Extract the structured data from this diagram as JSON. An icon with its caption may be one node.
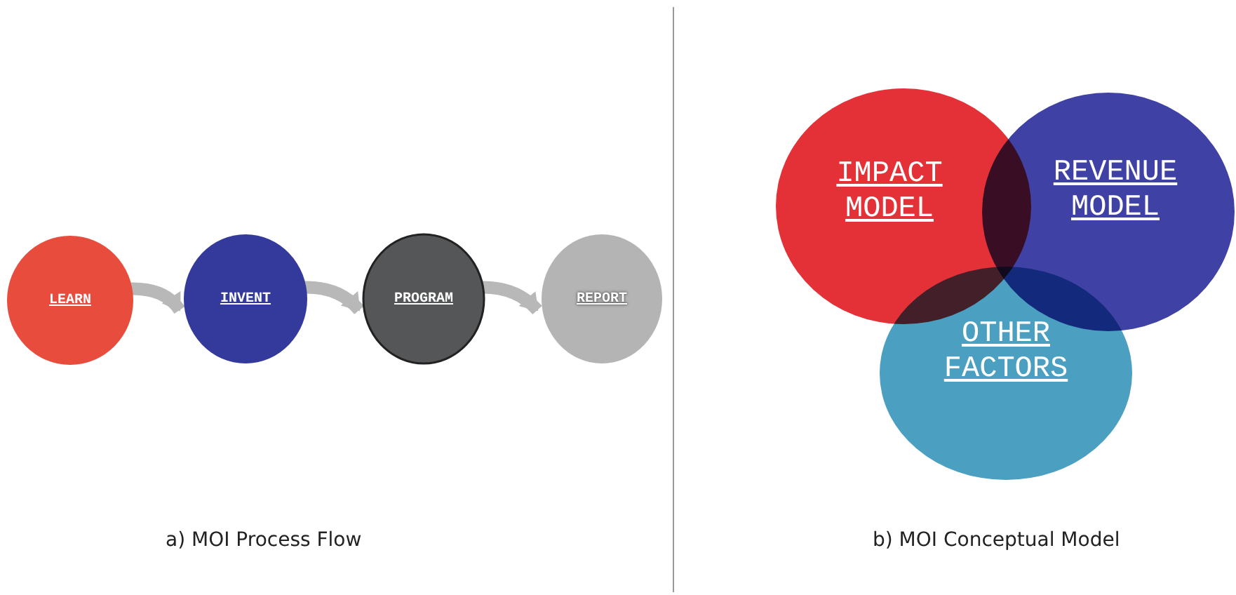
{
  "diagram": {
    "nodes": [
      {
        "text": [
          "LEARN"
        ]
      },
      {
        "text": [
          "INVENT"
        ]
      },
      {
        "text": [
          "PROGRAM"
        ]
      },
      {
        "text": [
          "REPORT"
        ]
      },
      {
        "text": [
          "IMPACT MODEL"
        ]
      },
      {
        "text": [
          "REVENUE MODEL"
        ]
      },
      {
        "text": [
          "OTHER FACTORS"
        ]
      }
    ],
    "edges": [
      {
        "from": 0,
        "to": 1,
        "arrow": "to"
      },
      {
        "from": 1,
        "to": 2,
        "arrow": "to"
      },
      {
        "from": 2,
        "to": 3,
        "arrow": "to"
      }
    ],
    "labels": [
      "a) MOI Process Flow",
      "b) MOI Conceptual Model"
    ]
  }
}
